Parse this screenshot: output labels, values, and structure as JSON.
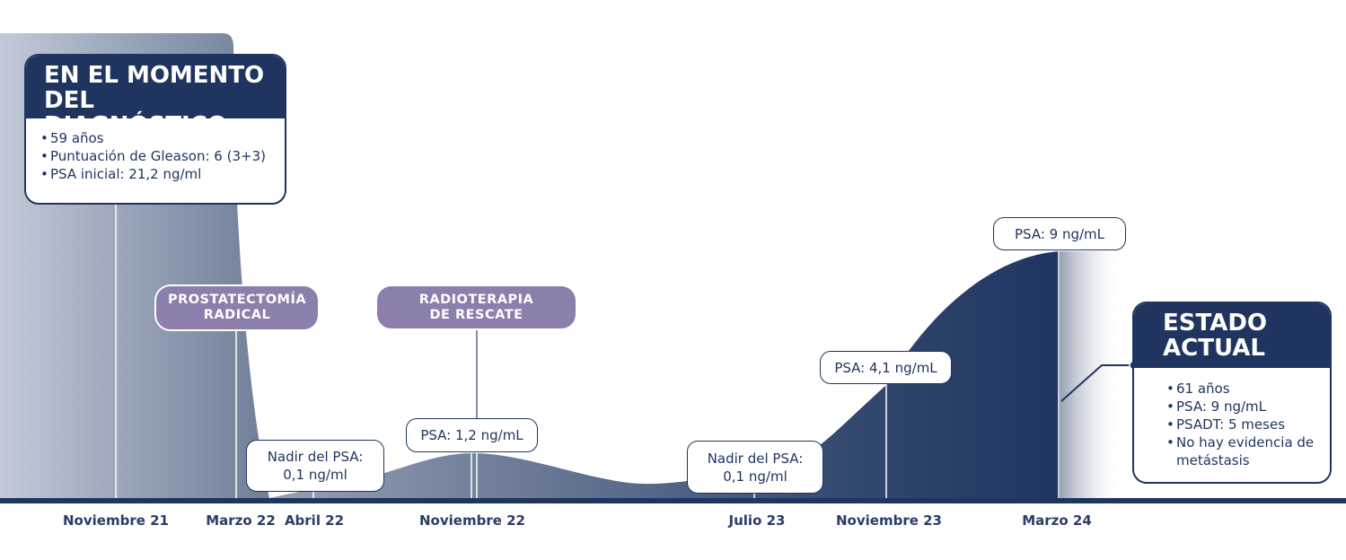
{
  "diagnosis": {
    "title_line1": "EN EL MOMENTO",
    "title_line2": "DEL DIAGNÓSTICO",
    "items": [
      "59 años",
      "Puntuación de Gleason: 6 (3+3)",
      "PSA inicial: 21,2 ng/ml"
    ]
  },
  "events": {
    "prostatectomy": "PROSTATECTOMÍA\nRADICAL",
    "radiotherapy": "RADIOTERAPIA\nDE RESCATE"
  },
  "psa_labels": {
    "nadir_1": "Nadir del PSA:\n0,1 ng/ml",
    "psa_nov22": "PSA: 1,2 ng/mL",
    "nadir_2": "Nadir del PSA:\n0,1 ng/ml",
    "psa_nov23": "PSA: 4,1 ng/mL",
    "psa_mar24": "PSA: 9 ng/mL"
  },
  "current": {
    "title_line1": "ESTADO",
    "title_line2": "ACTUAL",
    "items": [
      "61 años",
      "PSA: 9 ng/mL",
      "PSADT: 5 meses",
      "No hay evidencia de metástasis"
    ]
  },
  "timeline": {
    "dates": [
      "Noviembre 21",
      "Marzo 22",
      "Abril 22",
      "Noviembre 22",
      "Julio 23",
      "Noviembre 23",
      "Marzo 24"
    ]
  },
  "colors": {
    "navy": "#1f3560",
    "purple": "#8c7fab",
    "gray_blue": "#8593ab"
  }
}
